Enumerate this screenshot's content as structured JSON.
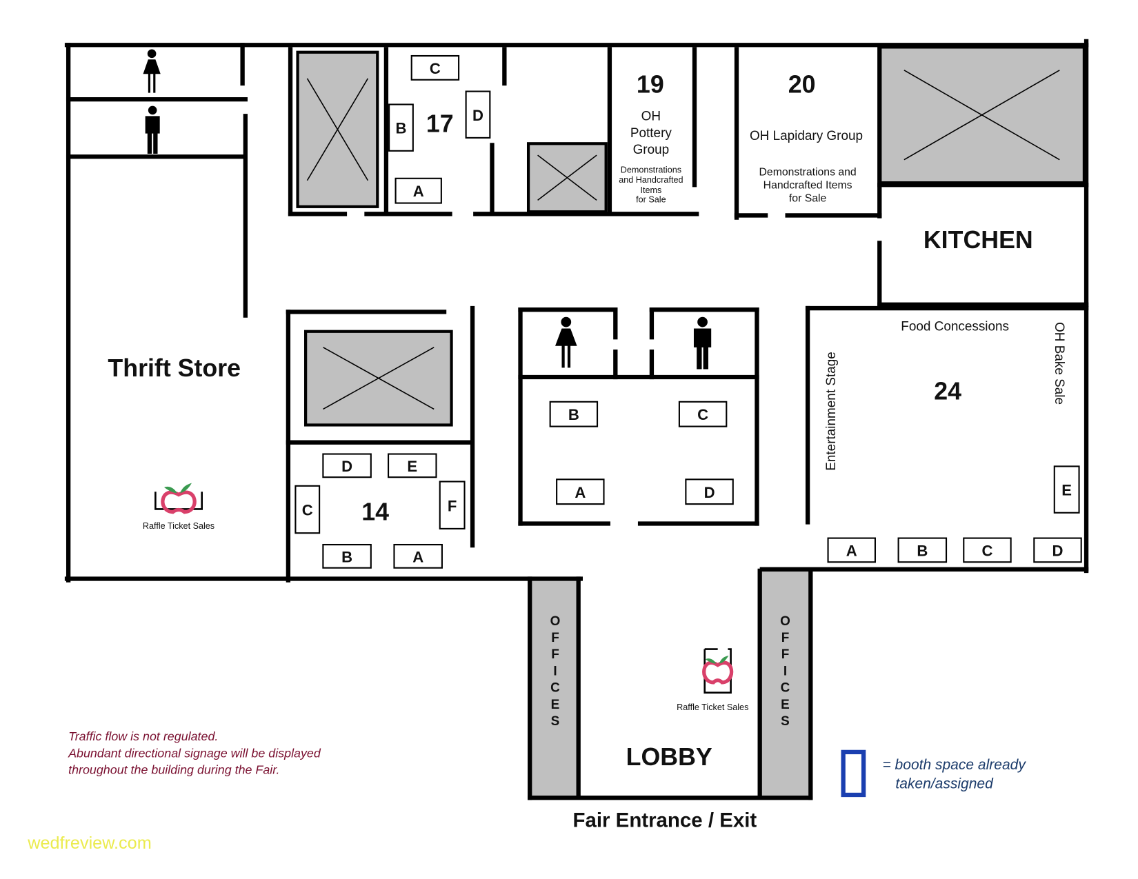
{
  "thrift_store": {
    "label": "Thrift Store",
    "raffle_label": "Raffle Ticket Sales"
  },
  "room17": {
    "number": "17",
    "booths": [
      "C",
      "B",
      "D",
      "A"
    ]
  },
  "room19": {
    "number": "19",
    "name_lines": [
      "OH",
      "Pottery",
      "Group"
    ],
    "desc_lines": [
      "Demonstrations",
      "and Handcrafted",
      "Items",
      "for Sale"
    ]
  },
  "room20": {
    "number": "20",
    "name": "OH Lapidary Group",
    "desc_lines": [
      "Demonstrations and",
      "Handcrafted Items",
      "for Sale"
    ]
  },
  "kitchen": {
    "label": "KITCHEN"
  },
  "room24": {
    "number": "24",
    "title": "Food Concessions",
    "stage": "Entertainment Stage",
    "bake_sale": "OH Bake Sale",
    "booths": [
      "A",
      "B",
      "C",
      "D",
      "E"
    ]
  },
  "room14": {
    "number": "14",
    "booths": [
      "D",
      "E",
      "C",
      "F",
      "B",
      "A"
    ]
  },
  "center_block": {
    "booths": [
      "B",
      "C",
      "A",
      "D"
    ]
  },
  "lobby": {
    "label": "LOBBY",
    "raffle_label": "Raffle Ticket Sales",
    "offices_label": "OFFICES"
  },
  "entrance": {
    "label": "Fair Entrance / Exit"
  },
  "note": {
    "lines": [
      "Traffic flow is not regulated.",
      "Abundant directional signage will be displayed",
      "throughout the building during the Fair."
    ]
  },
  "legend": {
    "lines": [
      "= booth space already",
      "taken/assigned"
    ],
    "color": "#1a3fb0"
  },
  "watermark": {
    "text": "wedfreview.com"
  },
  "colors": {
    "wall": "#000000",
    "blocked": "#c0c0c0",
    "note": "#7a1030",
    "apple": "#d9406a",
    "leaf": "#3a9a50"
  }
}
